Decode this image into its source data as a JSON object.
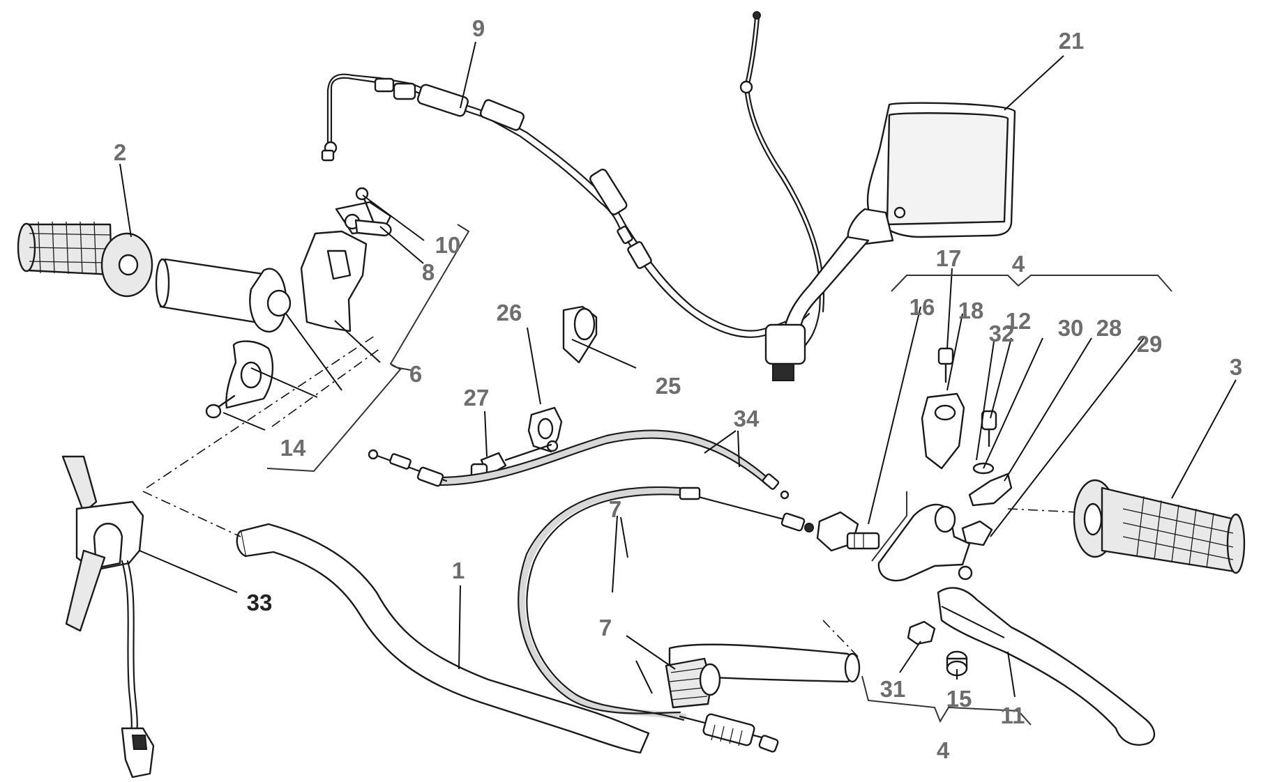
{
  "callouts": {
    "c1": "1",
    "c2": "2",
    "c3": "3",
    "c4_top": "4",
    "c4_bottom": "4",
    "c6": "6",
    "c7_left": "7",
    "c7_right": "7",
    "c8": "8",
    "c9": "9",
    "c10": "10",
    "c11": "11",
    "c12": "12",
    "c14": "14",
    "c15": "15",
    "c16": "16",
    "c17": "17",
    "c18": "18",
    "c21": "21",
    "c25": "25",
    "c26": "26",
    "c27": "27",
    "c28": "28",
    "c29": "29",
    "c30": "30",
    "c31": "31",
    "c32": "32",
    "c33": "33",
    "c34": "34"
  },
  "colors": {
    "label_grey": "#6d6d6d",
    "label_emphasis": "#222222",
    "line": "#1a1a1a"
  }
}
